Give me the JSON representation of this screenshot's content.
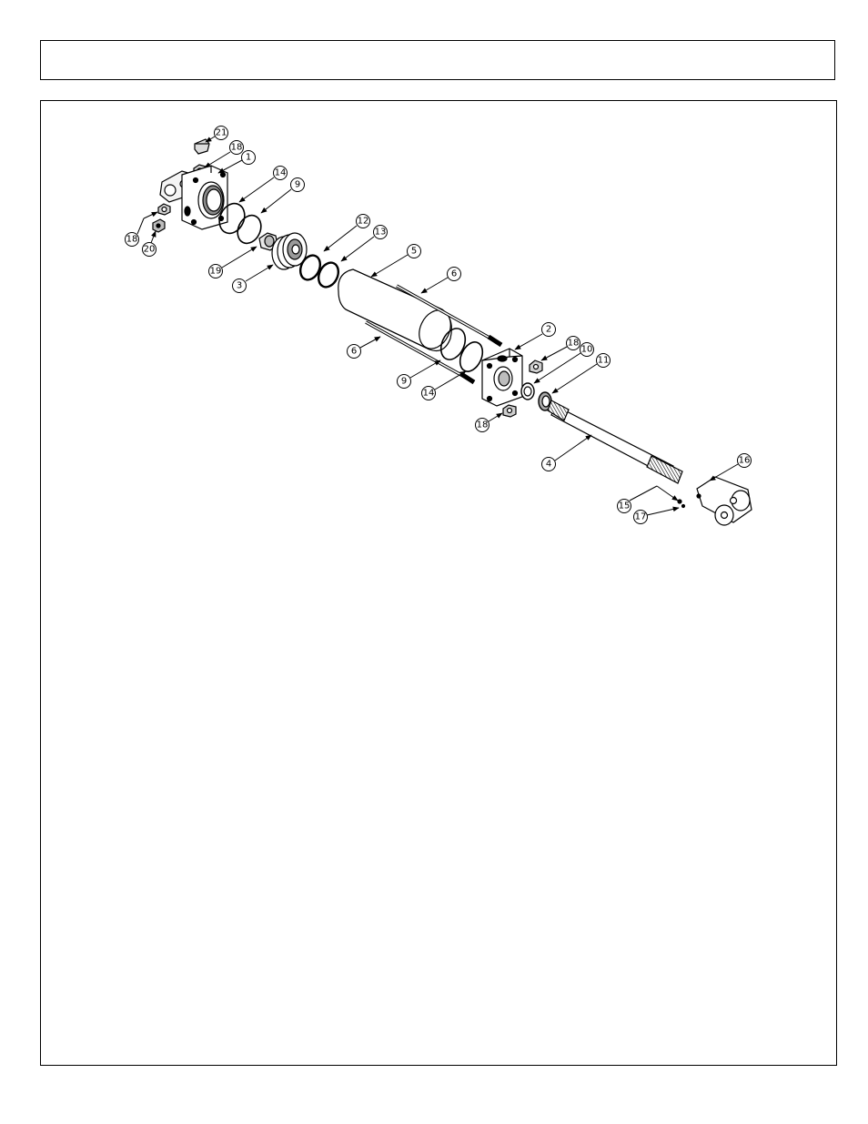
{
  "header": {
    "title": ""
  },
  "diagram": {
    "colors": {
      "ink": "#000000",
      "shade": "#9a9a9a",
      "dark": "#3a3a3a"
    },
    "callouts": [
      {
        "id": "c21a",
        "label": "21"
      },
      {
        "id": "c18a",
        "label": "18"
      },
      {
        "id": "c1",
        "label": "1"
      },
      {
        "id": "c14a",
        "label": "14"
      },
      {
        "id": "c9a",
        "label": "9"
      },
      {
        "id": "c18b",
        "label": "18"
      },
      {
        "id": "c20",
        "label": "20"
      },
      {
        "id": "c19",
        "label": "19"
      },
      {
        "id": "c3",
        "label": "3"
      },
      {
        "id": "c12",
        "label": "12"
      },
      {
        "id": "c13",
        "label": "13"
      },
      {
        "id": "c5",
        "label": "5"
      },
      {
        "id": "c6a",
        "label": "6"
      },
      {
        "id": "c6b",
        "label": "6"
      },
      {
        "id": "c9b",
        "label": "9"
      },
      {
        "id": "c14b",
        "label": "14"
      },
      {
        "id": "c2",
        "label": "2"
      },
      {
        "id": "c18c",
        "label": "18"
      },
      {
        "id": "c10",
        "label": "10"
      },
      {
        "id": "c11",
        "label": "11"
      },
      {
        "id": "c18d",
        "label": "18"
      },
      {
        "id": "c4",
        "label": "4"
      },
      {
        "id": "c16",
        "label": "16"
      },
      {
        "id": "c15",
        "label": "15"
      },
      {
        "id": "c17",
        "label": "17"
      }
    ]
  }
}
